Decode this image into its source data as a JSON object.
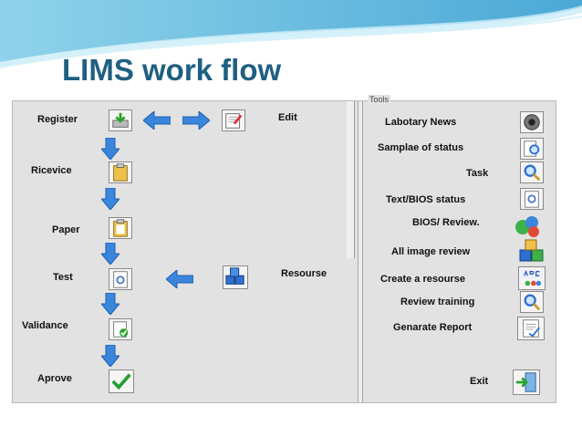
{
  "slide": {
    "title": "LIMS work flow"
  },
  "workflow": {
    "steps": [
      {
        "label": "Register"
      },
      {
        "label": "Ricevice"
      },
      {
        "label": "Paper"
      },
      {
        "label": "Test"
      },
      {
        "label": "Validance"
      },
      {
        "label": "Aprove"
      }
    ],
    "edit_label": "Edit",
    "resource_label": "Resourse"
  },
  "tools": {
    "group_label": "Tools",
    "items": [
      {
        "label": "Labotary News"
      },
      {
        "label": "Samplae of status"
      },
      {
        "label": "Task"
      },
      {
        "label": "Text/BIOS status"
      },
      {
        "label": "BIOS/ Review."
      },
      {
        "label": "All image review"
      },
      {
        "label": "Create a resourse"
      },
      {
        "label": "Review training"
      },
      {
        "label": "Genarate Report"
      },
      {
        "label": "Exit"
      }
    ]
  },
  "colors": {
    "title": "#1f5f82",
    "arrow": "#3a86dd",
    "panel": "#e2e2e2",
    "swoosh": "#5ab6d8"
  }
}
